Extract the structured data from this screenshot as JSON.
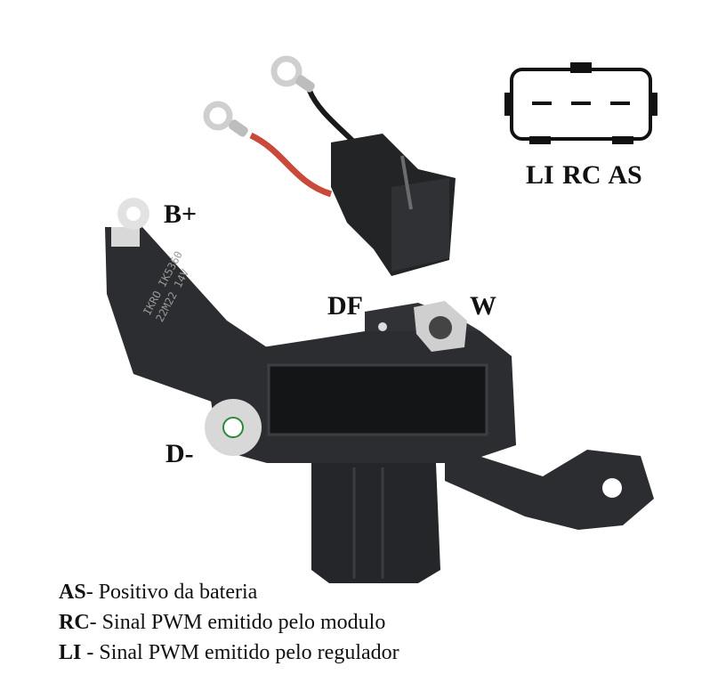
{
  "labels": {
    "b_plus": "B+",
    "df": "DF",
    "w": "W",
    "d_minus": "D-"
  },
  "pinout": {
    "caption": "LI RC AS"
  },
  "legend": [
    {
      "code": "AS",
      "separator": "- ",
      "text": "Positivo da bateria"
    },
    {
      "code": "RC",
      "separator": "- ",
      "text": "Sinal PWM emitido pelo modulo"
    },
    {
      "code": "LI",
      "separator": " - ",
      "text": "Sinal PWM emitido pelo regulador"
    }
  ],
  "product_marking": [
    "IKRO IK5360",
    "22M22 14V"
  ],
  "colors": {
    "body": "#2b2d30",
    "body_dark": "#1c1d1f",
    "metal": "#d8d8d8",
    "red_wire": "#c94a3a",
    "black_wire": "#1a1a1a"
  }
}
